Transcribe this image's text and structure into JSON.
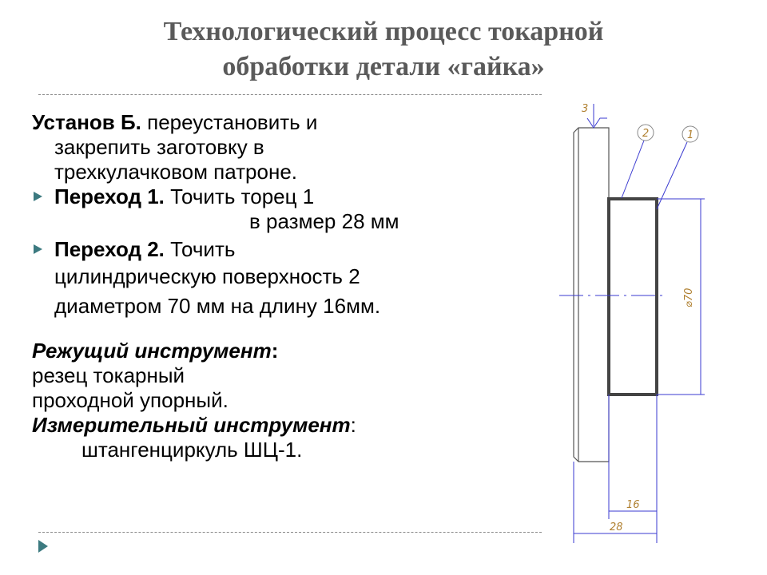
{
  "title": {
    "line1": "Технологический процесс токарной",
    "line2": "обработки детали «гайка»"
  },
  "content": {
    "setup_label": "Установ Б.",
    "setup_text1": " переустановить и",
    "setup_text2": "закрепить  заготовку в",
    "setup_text3": "трехкулачковом патроне.",
    "step1_label": "Переход 1.",
    "step1_text1": " Точить  торец 1",
    "step1_text2": "в размер 28 мм",
    "step2_label": "Переход 2.",
    "step2_text1": " Точить",
    "step2_text2": "цилиндрическую поверхность 2",
    "step2_text3": "диаметром 70 мм на длину 16мм.",
    "cutting_label": "Режущий инструмент",
    "colon": ":",
    "cutting_text1": "резец токарный",
    "cutting_text2": "проходной  упорный.",
    "measuring_label": "Измерительный  инструмент",
    "measuring_text": "штангенциркуль ШЦ-1."
  },
  "drawing": {
    "mark3": "3",
    "balloon2": "2",
    "balloon1": "1",
    "dim_diameter": "⌀70",
    "dim_16": "16",
    "dim_28": "28"
  },
  "colors": {
    "accent": "#3c7a80",
    "dim": "#3a3ad0",
    "dimtext": "#b08030"
  }
}
